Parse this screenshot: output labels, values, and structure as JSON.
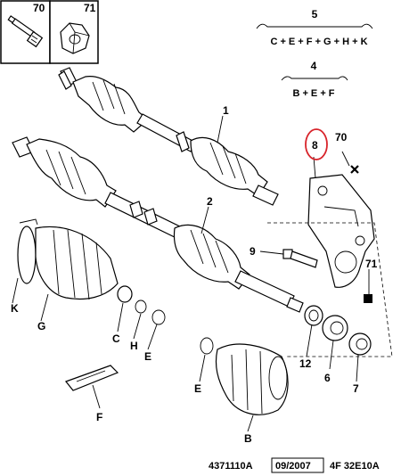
{
  "legend": {
    "box70_label": "70",
    "box71_label": "71",
    "group5_number": "5",
    "group5_formula": "C + E + F + G + H + K",
    "group4_number": "4",
    "group4_formula": "B + E + F"
  },
  "callouts": {
    "c1": "1",
    "c2": "2",
    "c8": "8",
    "c70": "70",
    "c9": "9",
    "c71": "71",
    "cK": "K",
    "cG": "G",
    "cC": "C",
    "cH": "H",
    "cE1": "E",
    "c12": "12",
    "c6": "6",
    "c7": "7",
    "cE2": "E",
    "cB": "B",
    "cF": "F"
  },
  "footer": {
    "ref": "4371110A",
    "date": "09/2007",
    "code": "4F 32E10A"
  },
  "colors": {
    "highlight": "#d8232a",
    "ink": "#000000"
  }
}
